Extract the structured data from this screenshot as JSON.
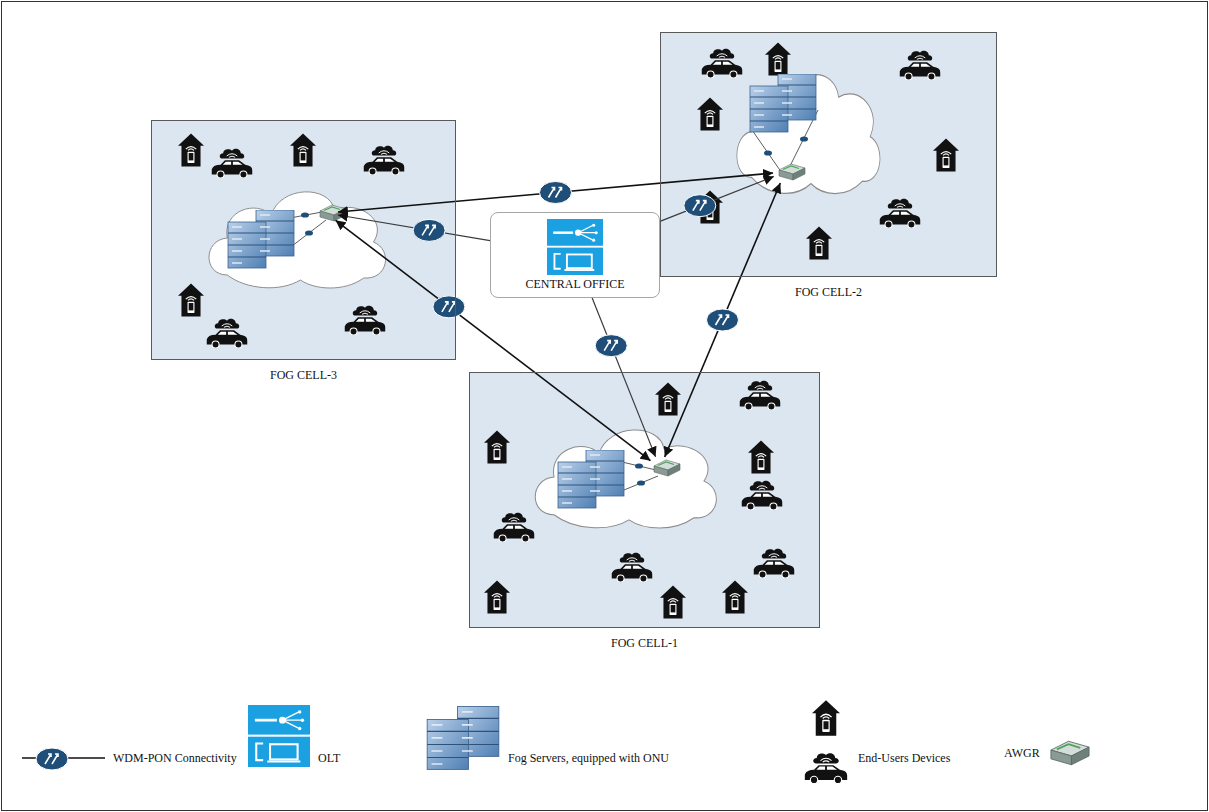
{
  "diagram": {
    "nodes": [
      {
        "text": [
          "FOG CELL-3"
        ]
      },
      {
        "text": [
          "CENTRAL OFFICE"
        ]
      },
      {
        "text": [
          "FOG CELL-2"
        ]
      },
      {
        "text": [
          "FOG CELL-1"
        ]
      }
    ],
    "edges": [
      {
        "from": 0,
        "to": 2,
        "arrow": "both"
      },
      {
        "from": 1,
        "to": 2,
        "arrow": "to"
      },
      {
        "from": 1,
        "to": 0,
        "arrow": "to"
      },
      {
        "from": 0,
        "to": 3,
        "arrow": "both"
      },
      {
        "from": 1,
        "to": 3,
        "arrow": "to"
      },
      {
        "from": 3,
        "to": 2,
        "arrow": "both"
      }
    ],
    "legend": [
      {
        "text": "WDM-PON Connectivity"
      },
      {
        "text": "OLT"
      },
      {
        "text": "Fog Servers, equipped with ONU"
      },
      {
        "text": "End-Users Devices"
      },
      {
        "text": "AWGR"
      }
    ]
  }
}
